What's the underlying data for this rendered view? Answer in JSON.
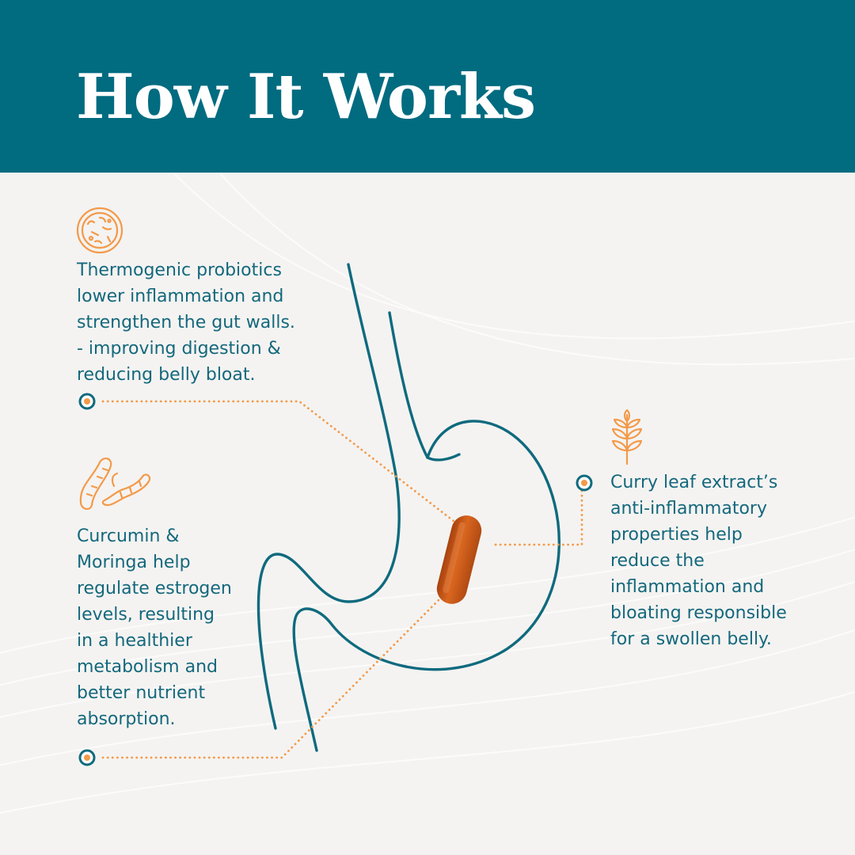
{
  "header": {
    "title": "How It Works",
    "background_color": "#016b80"
  },
  "colors": {
    "accent_orange": "#f39a4a",
    "text_teal": "#14687d",
    "capsule": "#c9561a"
  },
  "illustration": {
    "name": "stomach-outline",
    "capsule_icon": "capsule-icon"
  },
  "features": [
    {
      "icon": "probiotic-bacteria-icon",
      "lines": [
        "Thermogenic probiotics",
        "lower inflammation and",
        "strengthen the gut walls.",
        "- improving digestion &",
        "reducing belly bloat."
      ]
    },
    {
      "icon": "turmeric-root-icon",
      "lines": [
        "Curcumin &",
        "Moringa help",
        "regulate estrogen",
        "levels, resulting",
        "in a healthier",
        "metabolism and",
        "better nutrient",
        "absorption."
      ]
    },
    {
      "icon": "wheat-leaf-icon",
      "lines": [
        "Curry leaf extract’s",
        "anti-inflammatory",
        "properties help",
        "reduce the",
        "inflammation and",
        "bloating responsible",
        "for a swollen belly."
      ]
    }
  ]
}
